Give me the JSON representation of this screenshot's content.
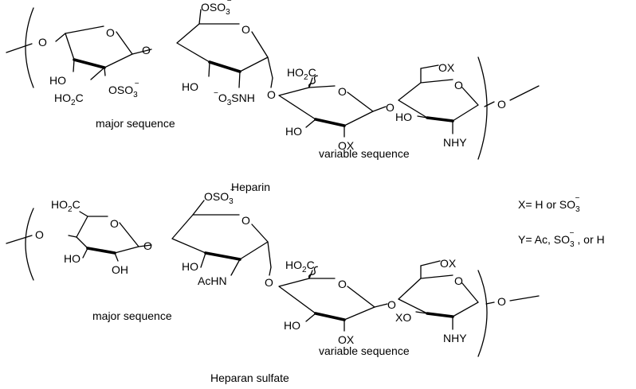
{
  "heparin": {
    "caption": "Heparin",
    "major_label": "major sequence",
    "variable_label": "variable sequence"
  },
  "heparan_sulfate": {
    "caption": "Heparan sulfate",
    "major_label": "major sequence",
    "variable_label": "variable sequence"
  },
  "legend": {
    "x_prefix": "X= H or SO",
    "y_prefix": "Y= Ac, SO",
    "y_suffix": ", or H"
  },
  "atoms": {
    "ring_o": "O",
    "ho": "HO",
    "oh": "OH",
    "ox": "OX",
    "xo": "XO",
    "nhy": "NHY",
    "achn": "AcHN",
    "ho2c": "HO",
    "co2": "C",
    "oso3": "OSO",
    "o3snh_a": "O",
    "o3snh_b": "SNH",
    "sub_2": "2",
    "sub_3": "3",
    "minus": "−"
  }
}
